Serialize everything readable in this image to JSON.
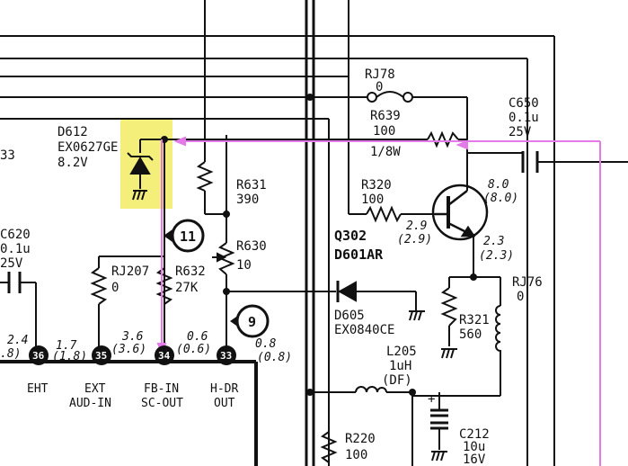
{
  "colors": {
    "ink": "#111111",
    "highlight": "#f4ef7a",
    "trace": "#e37ae8"
  },
  "components": {
    "d612": {
      "ref": "D612",
      "part": "EX0627GE",
      "value": "8.2V"
    },
    "rj78": {
      "ref": "RJ78",
      "value": "0"
    },
    "r639": {
      "ref": "R639",
      "value": "100",
      "rating": "1/8W"
    },
    "c650": {
      "ref": "C650",
      "value": "0.1u",
      "voltage": "25V"
    },
    "r631": {
      "ref": "R631",
      "value": "390"
    },
    "r320": {
      "ref": "R320",
      "value": "100"
    },
    "q302": {
      "ref": "Q302",
      "part": "D601AR"
    },
    "r630": {
      "ref": "R630",
      "value": "10"
    },
    "rj207": {
      "ref": "RJ207",
      "value": "0"
    },
    "r632": {
      "ref": "R632",
      "value": "27K"
    },
    "c620": {
      "ref": "C620",
      "value": "0.1u",
      "voltage": "25V"
    },
    "d605": {
      "ref": "D605",
      "part": "EX0840CE"
    },
    "rj76": {
      "ref": "RJ76",
      "value": "0"
    },
    "r321": {
      "ref": "R321",
      "value": "560"
    },
    "l205": {
      "ref": "L205",
      "value": "1uH",
      "note": "(DF)"
    },
    "c212": {
      "ref": "C212",
      "value": "10u",
      "voltage": "16V"
    },
    "r220": {
      "ref": "R220",
      "value": "100"
    }
  },
  "partial_text": {
    "left_label": "33"
  },
  "voltages": {
    "q_collector": "8.0",
    "q_collector_alt": "(8.0)",
    "q_base": "2.9",
    "q_base_alt": "(2.9)",
    "q_emitter": "2.3",
    "q_emitter_alt": "(2.3)",
    "pin36": "2.4",
    "pin36_alt": ".8)",
    "pin35": "1.7",
    "pin35_alt": "(1.8)",
    "pin34": "3.6",
    "pin34_alt": "(3.6)",
    "pin33": "0.6",
    "pin33_alt": "(0.6)",
    "pin33_right": "0.8",
    "pin33_right_alt": "(0.8)"
  },
  "pins": {
    "p36": "36",
    "p35": "35",
    "p34": "34",
    "p33": "33"
  },
  "pin_labels": {
    "p36": [
      "EHT"
    ],
    "p35": [
      "EXT",
      "AUD-IN"
    ],
    "p34": [
      "FB-IN",
      "SC-OUT"
    ],
    "p33": [
      "H-DR",
      "OUT"
    ]
  },
  "markers": {
    "m11": "11",
    "m9": "9"
  }
}
